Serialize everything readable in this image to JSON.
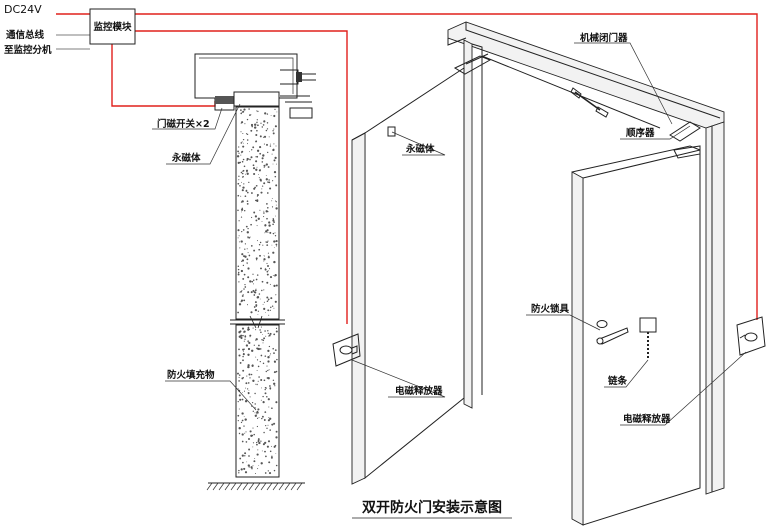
{
  "wiring": {
    "power_label": "DC24V",
    "bus_label": "通信总线",
    "branch_label": "至监控分机",
    "module_label": "监控模块"
  },
  "left_section": {
    "door_switch_label": "门磁开关×2",
    "permanent_magnet_label": "永磁体",
    "fire_filler_label": "防火填充物"
  },
  "door_view": {
    "closer_label": "机械闭门器",
    "permanent_magnet_label": "永磁体",
    "sequencer_label": "顺序器",
    "fire_lock_label": "防火锁具",
    "chain_label": "链条",
    "release_left_label": "电磁释放器",
    "release_right_label": "电磁释放器"
  },
  "caption": "双开防火门安装示意图",
  "colors": {
    "wire": "#e0201c",
    "line": "#222222",
    "background": "#ffffff"
  }
}
